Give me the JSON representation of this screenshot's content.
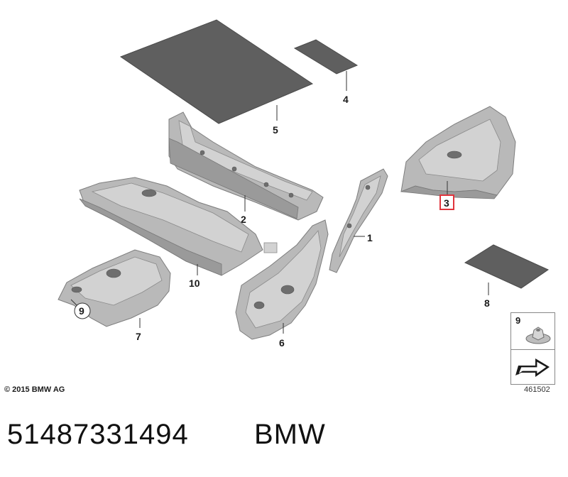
{
  "callouts": {
    "c1": "1",
    "c2": "2",
    "c3": "3",
    "c4": "4",
    "c5": "5",
    "c6": "6",
    "c7": "7",
    "c8": "8",
    "c9": "9",
    "c10": "10"
  },
  "highlighted_callout": "3",
  "highlight_color": "#e0343c",
  "copyright": "© 2015 BMW AG",
  "diagram_id": "461502",
  "legend": {
    "number": "9",
    "nut_icon": "flange-nut-icon",
    "arrow_icon": "direction-arrow-icon"
  },
  "part_number": "51487331494",
  "brand": "BMW"
}
